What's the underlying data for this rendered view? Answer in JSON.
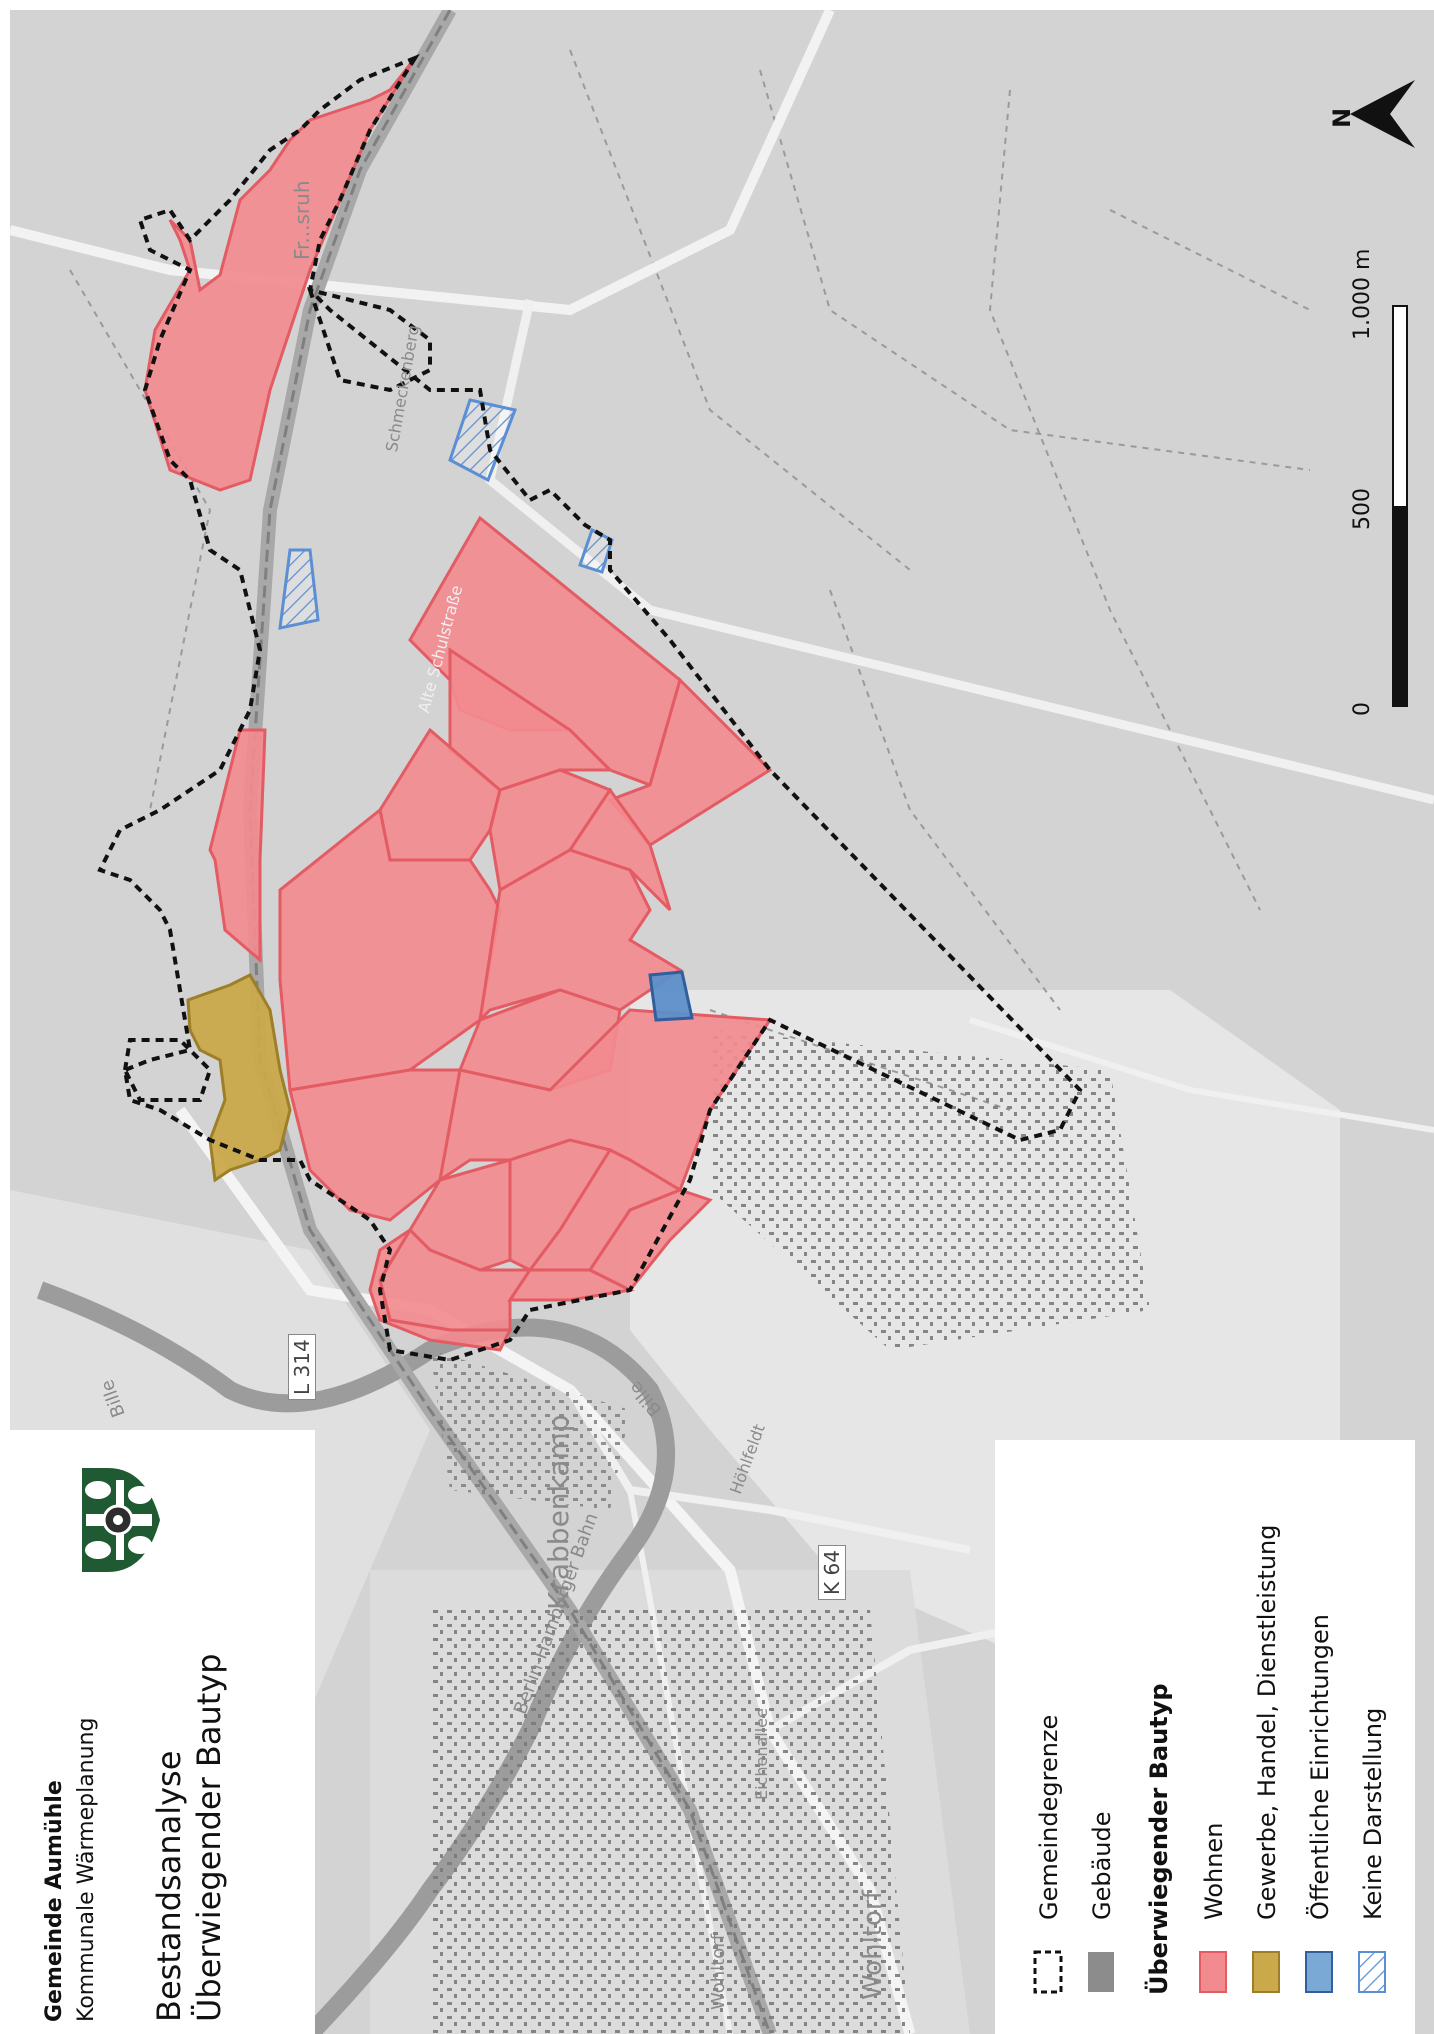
{
  "title_block": {
    "municipality": "Gemeinde Aumühle",
    "subtitle": "Kommunale Wärmeplanung",
    "heading_line1": "Bestandsanalyse",
    "heading_line2": "Überwiegender Bautyp"
  },
  "legend": {
    "items": [
      {
        "label": "Gemeindegrenze",
        "symbol": "dashed-outline"
      },
      {
        "label": "Gebäude",
        "symbol": "grey-fill",
        "color": "#8c8c8c"
      },
      {
        "label": "Überwiegender Bautyp",
        "symbol": "heading"
      },
      {
        "label": "Wohnen",
        "symbol": "fill",
        "color": "#f28b8f"
      },
      {
        "label": "Gewerbe, Handel, Dienstleistung",
        "symbol": "fill",
        "color": "#c9a94a"
      },
      {
        "label": "Öffentliche Einrichtungen",
        "symbol": "fill",
        "color": "#7aa9d6"
      },
      {
        "label": "Keine Darstellung",
        "symbol": "hatch",
        "color": "#5b8fd4"
      }
    ]
  },
  "scale_bar": {
    "ticks": [
      "0",
      "500",
      "1.000 m"
    ]
  },
  "north_arrow": {
    "label": "N"
  },
  "colors": {
    "wohnen": "#f28b8f",
    "wohnen_border": "#e35b63",
    "gewerbe": "#c9a94a",
    "oeffentlich": "#5d8fc9",
    "keine": "#5b8fd4",
    "basemap": "#d4d4d4"
  },
  "map_labels": {
    "l314": "L 314",
    "k64": "K 64",
    "krabbenkamp": "Krabbenkamp",
    "wohltorf": "Wohltorf",
    "bille1": "Bille",
    "bille2": "Bille",
    "bahn": "Berlin-Hamburger Bahn",
    "alte_schulstrasse": "Alte Schulstraße",
    "schmeckenberg": "Schmeckenberg",
    "friedrichsruh": "Fr...sruh",
    "eichenallee": "Eichenallee",
    "hofstr": "Höhlfeldt",
    "wohltorf2": "Wohltorf"
  }
}
